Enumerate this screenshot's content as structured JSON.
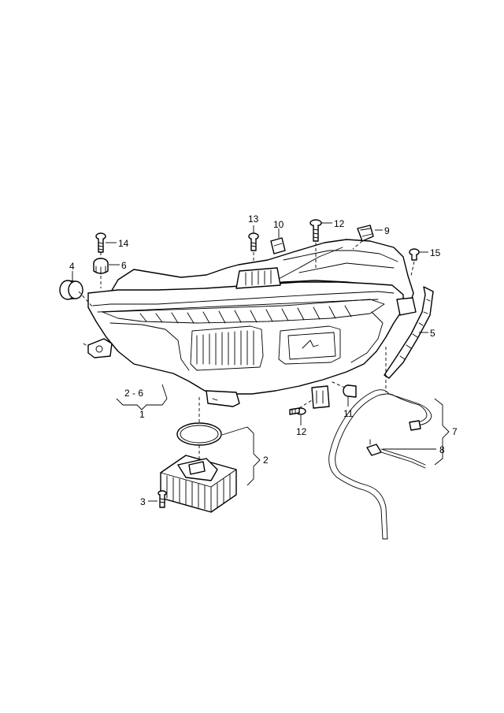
{
  "callouts": {
    "c1": "1",
    "c2": "2",
    "c3": "3",
    "c4": "4",
    "c5": "5",
    "c6": "6",
    "c7": "7",
    "c8": "8",
    "c9": "9",
    "c10": "10",
    "c11": "11",
    "c12_top": "12",
    "c12_bottom": "12",
    "c13": "13",
    "c14": "14",
    "c15": "15",
    "range_2_6": "2 - 6"
  }
}
